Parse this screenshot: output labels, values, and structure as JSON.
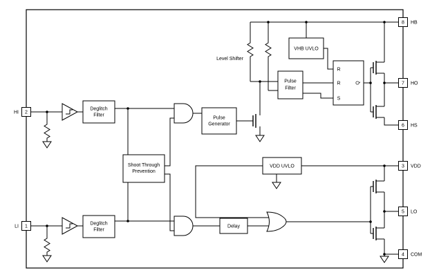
{
  "diagram": {
    "pins": {
      "hi": {
        "number": "2",
        "name": "HI"
      },
      "li": {
        "number": "1",
        "name": "LI"
      },
      "hb": {
        "number": "8",
        "name": "HB"
      },
      "ho": {
        "number": "7",
        "name": "HO"
      },
      "hs": {
        "number": "6",
        "name": "HS"
      },
      "vdd": {
        "number": "3",
        "name": "VDD"
      },
      "lo": {
        "number": "5",
        "name": "LO"
      },
      "com": {
        "number": "4",
        "name": "COM"
      }
    },
    "blocks": {
      "deglitch_filter_top": {
        "line1": "Deglitch",
        "line2": "Filter"
      },
      "deglitch_filter_bottom": {
        "line1": "Deglitch",
        "line2": "Filter"
      },
      "shoot_through_prevention": {
        "line1": "Shoot Through",
        "line2": "Prevention"
      },
      "pulse_generator": {
        "line1": "Pulse",
        "line2": "Generator"
      },
      "vhb_uvlo": {
        "label": "VHB UVLO"
      },
      "pulse_filter": {
        "line1": "Pulse",
        "line2": "Filter"
      },
      "vdd_uvlo": {
        "label": "VDD UVLO"
      },
      "delay": {
        "label": "Delay"
      },
      "sr_latch": {
        "input1": "R",
        "input2": "R",
        "input3": "S",
        "output": "Q"
      }
    },
    "annotations": {
      "level_shifter": "Level Shifter"
    },
    "colors": {
      "line": "#000000",
      "background": "#ffffff"
    }
  }
}
